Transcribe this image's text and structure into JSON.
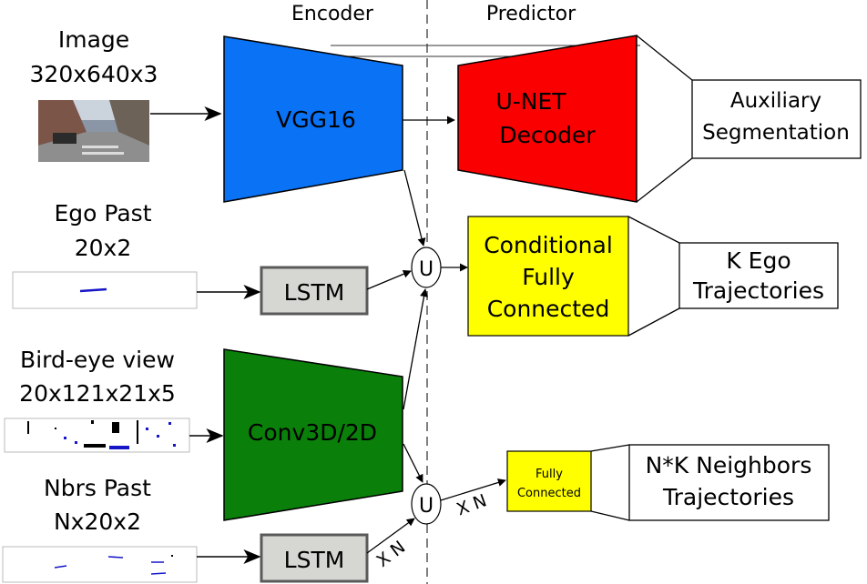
{
  "headers": {
    "encoder": "Encoder",
    "predictor": "Predictor"
  },
  "inputs": {
    "image": {
      "line1": "Image",
      "line2": "320x640x3"
    },
    "ego_past": {
      "line1": "Ego Past",
      "line2": "20x2"
    },
    "bird_eye": {
      "line1": "Bird-eye view",
      "line2": "20x121x21x5"
    },
    "nbrs_past": {
      "line1": "Nbrs Past",
      "line2": "Nx20x2"
    }
  },
  "blocks": {
    "vgg": "VGG16",
    "conv": "Conv3D/2D",
    "lstm_ego": "LSTM",
    "lstm_nbrs": "LSTM",
    "union_top": "U",
    "union_bottom": "U",
    "unet": {
      "line1": "U-NET",
      "line2": "Decoder"
    },
    "cfc": {
      "line1": "Conditional",
      "line2": "Fully",
      "line3": "Connected"
    },
    "fc": {
      "line1": "Fully",
      "line2": "Connected"
    }
  },
  "outputs": {
    "aux": {
      "line1": "Auxiliary",
      "line2": "Segmentation"
    },
    "ego": {
      "line1": "K Ego",
      "line2": "Trajectories"
    },
    "nbrs": {
      "line1": "N*K Neighbors",
      "line2": "Trajectories"
    }
  },
  "edge_labels": {
    "xn_lstm": "X N",
    "xn_union": "X N"
  },
  "colors": {
    "vgg": "#0a72f5",
    "unet": "#fb0000",
    "cfc": "#ffff00",
    "conv": "#0a7f0a",
    "lstm": "#d6d6d2",
    "lstm_border": "#5a5a5a"
  }
}
